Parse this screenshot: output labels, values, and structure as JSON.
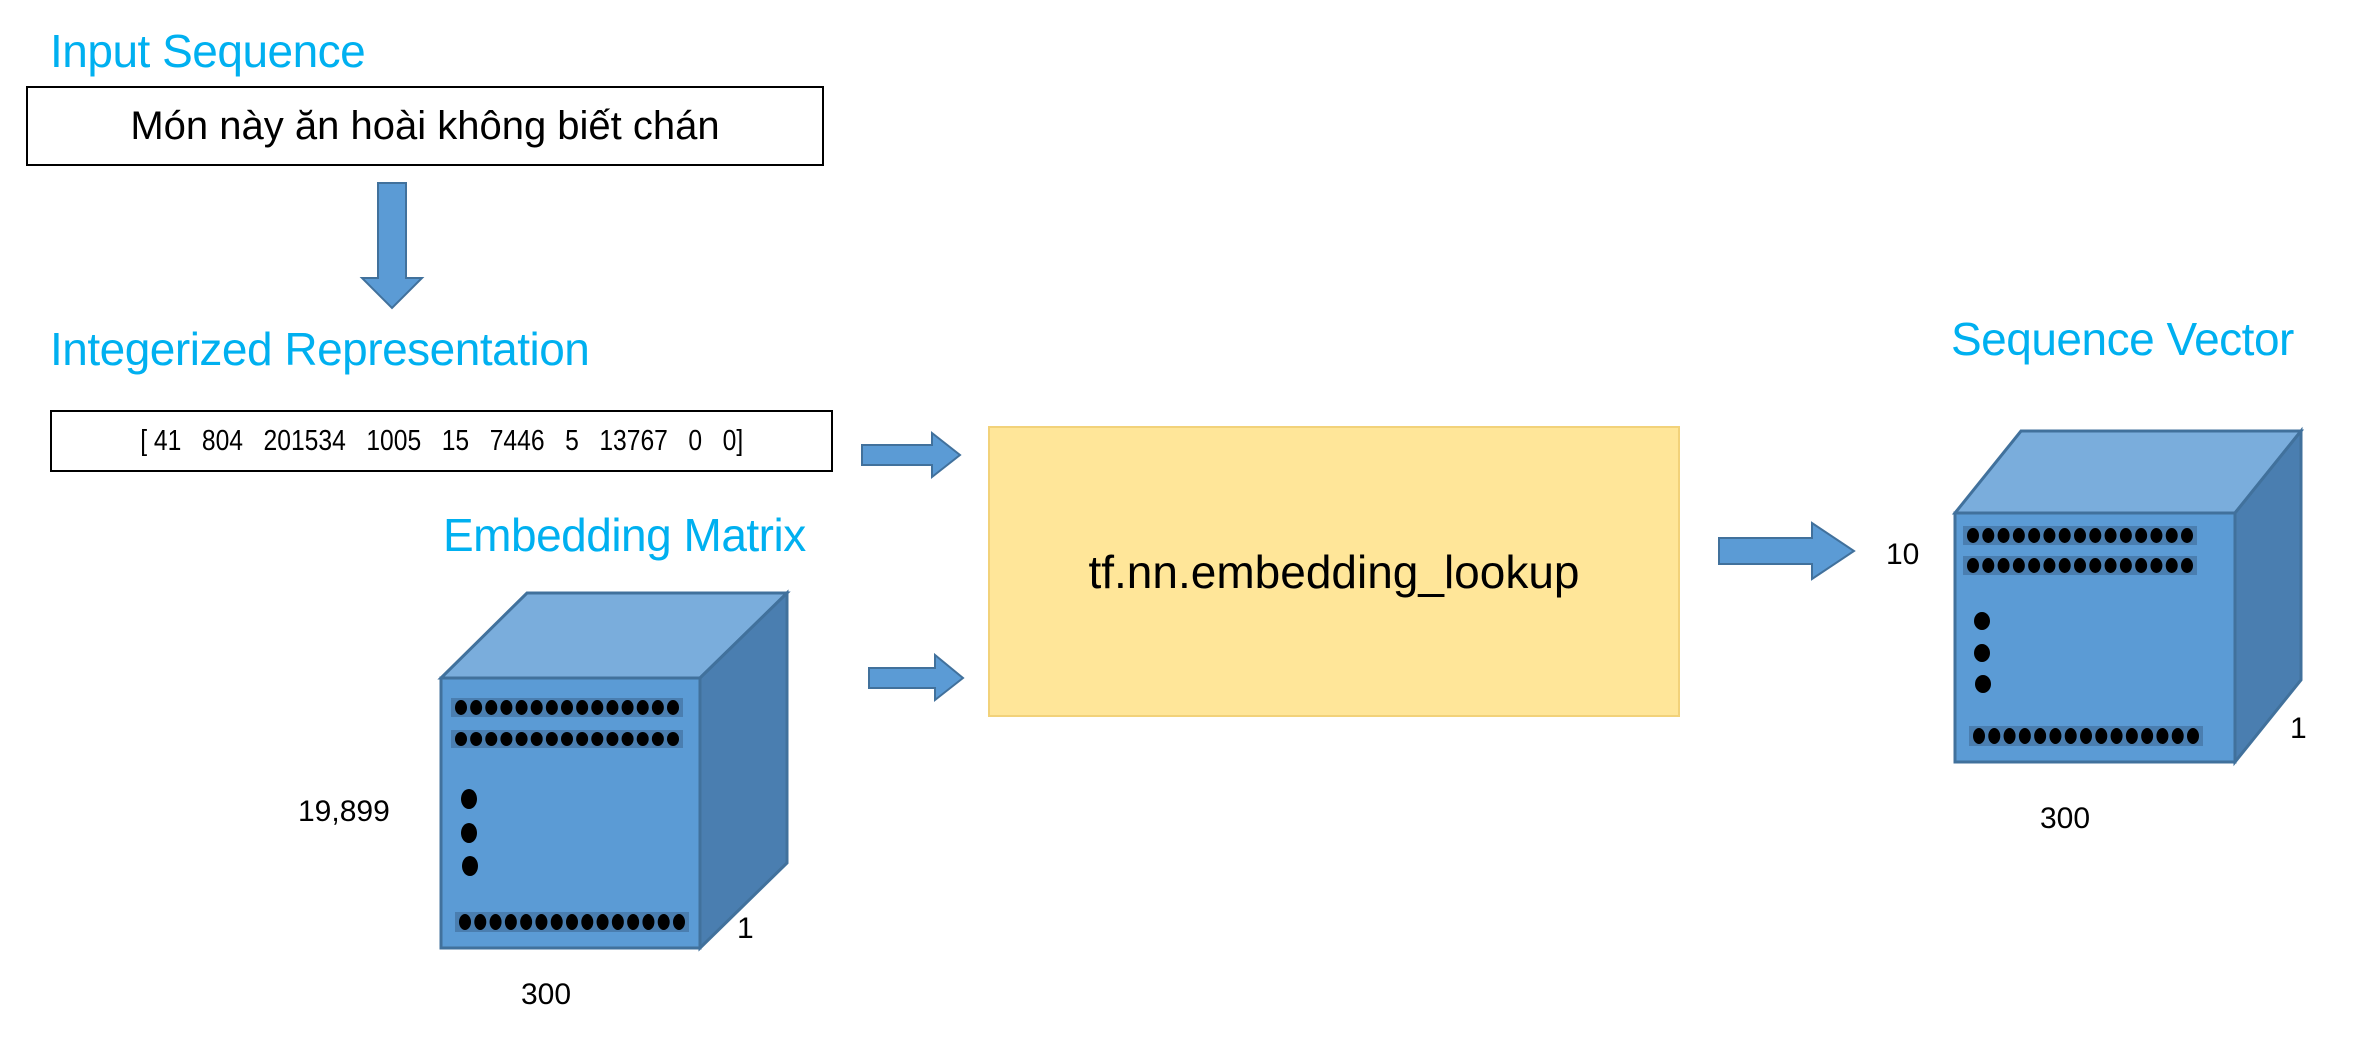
{
  "input_section": {
    "title": "Input Sequence",
    "text": "Món này ăn hoài không biết chán"
  },
  "integerized_section": {
    "title": "Integerized Representation",
    "text": "[ 41   804   201534   1005   15   7446   5   13767   0   0]"
  },
  "embedding_matrix": {
    "title": "Embedding Matrix",
    "rows_label": "19,899",
    "cols_label": "300",
    "depth_label": "1"
  },
  "lookup_op": {
    "text": "tf.nn.embedding_lookup"
  },
  "sequence_vector": {
    "title": "Sequence Vector",
    "rows_label": "10",
    "cols_label": "300",
    "depth_label": "1"
  },
  "colors": {
    "title": "#00b0f0",
    "cube_front": "#5b9bd5",
    "cube_top": "#7aaddc",
    "cube_side": "#4a7eb0",
    "cube_stroke": "#41719c",
    "strip": "#4a7eb0",
    "lookup_box": "#ffe699",
    "arrow": "#5b9bd5"
  }
}
